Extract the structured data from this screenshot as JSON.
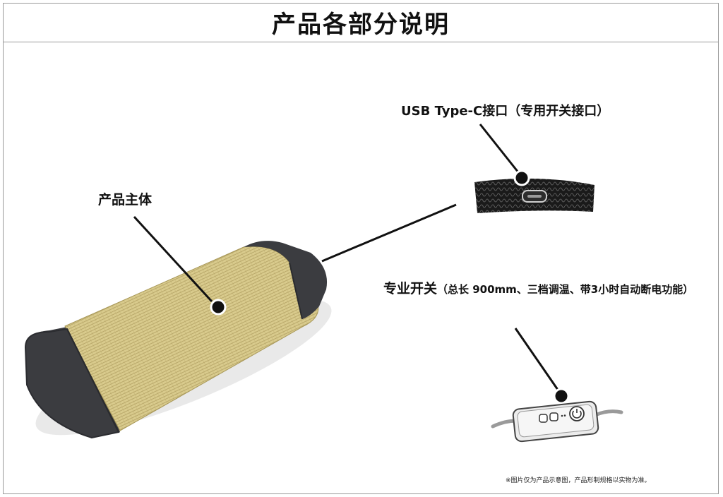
{
  "title": "产品各部分说明",
  "labels": {
    "main_body": "产品主体",
    "usb_port": "USB Type-C接口（专用开关接口）",
    "switch_main": "专业开关",
    "switch_detail": "（总长 900mm、三档调温、带3小时自动断电功能）"
  },
  "footnote": "※图片仅为产品示意图，产品形制规格以实物为准。",
  "colors": {
    "mat": "#d8c98a",
    "mat_weave": "#b9a768",
    "end_caps": "#3b3c40",
    "leader_line": "#111111"
  },
  "icons": [
    "power-icon"
  ]
}
